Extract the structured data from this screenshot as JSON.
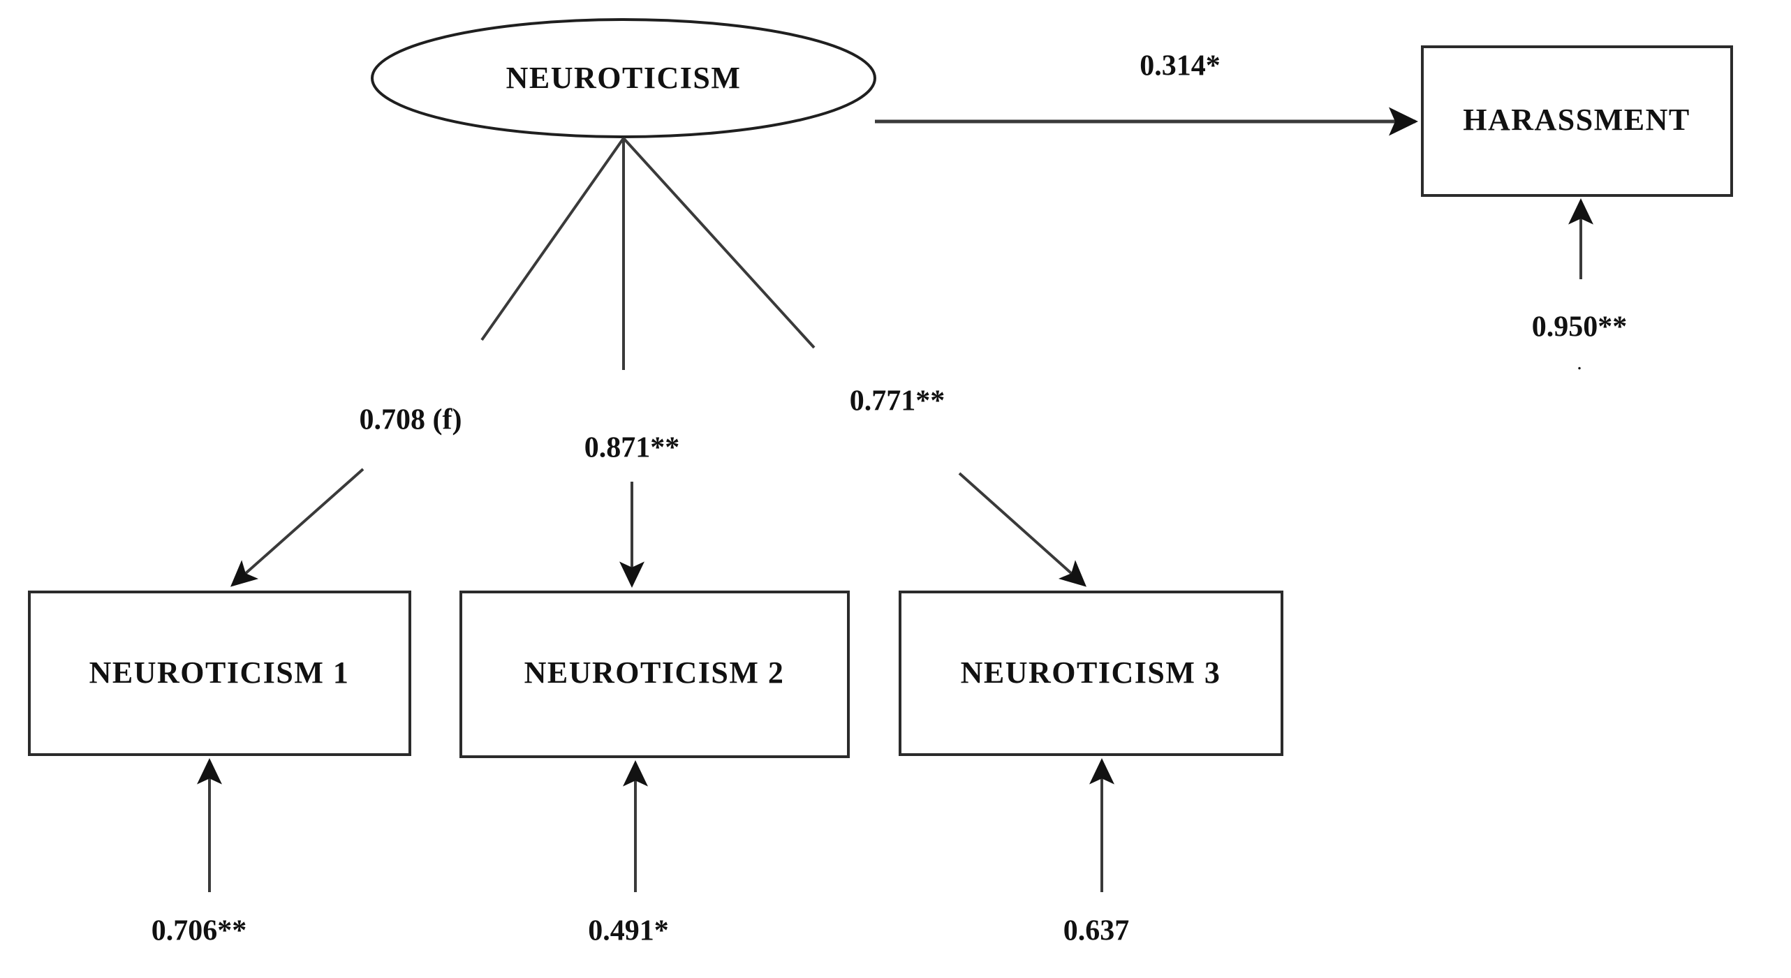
{
  "diagram": {
    "type": "structural-equation-model-path-diagram",
    "background_color": "#ffffff",
    "line_color": "#3a3a3a",
    "text_color": "#111111",
    "latent_variable": {
      "id": "neuroticism",
      "label": "NEUROTICISM",
      "shape": "ellipse"
    },
    "outcome_variable": {
      "id": "harassment",
      "label": "HARASSMENT",
      "shape": "rectangle"
    },
    "indicators": [
      {
        "id": "neuroticism-1",
        "label": "NEUROTICISM  1",
        "shape": "rectangle"
      },
      {
        "id": "neuroticism-2",
        "label": "NEUROTICISM  2",
        "shape": "rectangle"
      },
      {
        "id": "neuroticism-3",
        "label": "NEUROTICISM  3",
        "shape": "rectangle"
      }
    ],
    "paths": [
      {
        "id": "path-neuroticism-to-harassment",
        "from": "neuroticism",
        "to": "harassment",
        "coefficient": "0.314*",
        "direction": "horizontal-right"
      },
      {
        "id": "loading-neuroticism-1",
        "from": "neuroticism",
        "to": "neuroticism-1",
        "coefficient": "0.708 (f)",
        "direction": "diagonal-down-left"
      },
      {
        "id": "loading-neuroticism-2",
        "from": "neuroticism",
        "to": "neuroticism-2",
        "coefficient": "0.871**",
        "direction": "vertical-down"
      },
      {
        "id": "loading-neuroticism-3",
        "from": "neuroticism",
        "to": "neuroticism-3",
        "coefficient": "0.771**",
        "direction": "diagonal-down-right"
      }
    ],
    "residuals": [
      {
        "id": "residual-harassment",
        "target": "harassment",
        "coefficient": "0.950**",
        "sub_mark": "."
      },
      {
        "id": "residual-neuroticism-1",
        "target": "neuroticism-1",
        "coefficient": "0.706**"
      },
      {
        "id": "residual-neuroticism-2",
        "target": "neuroticism-2",
        "coefficient": "0.491*"
      },
      {
        "id": "residual-neuroticism-3",
        "target": "neuroticism-3",
        "coefficient": "0.637"
      }
    ]
  }
}
